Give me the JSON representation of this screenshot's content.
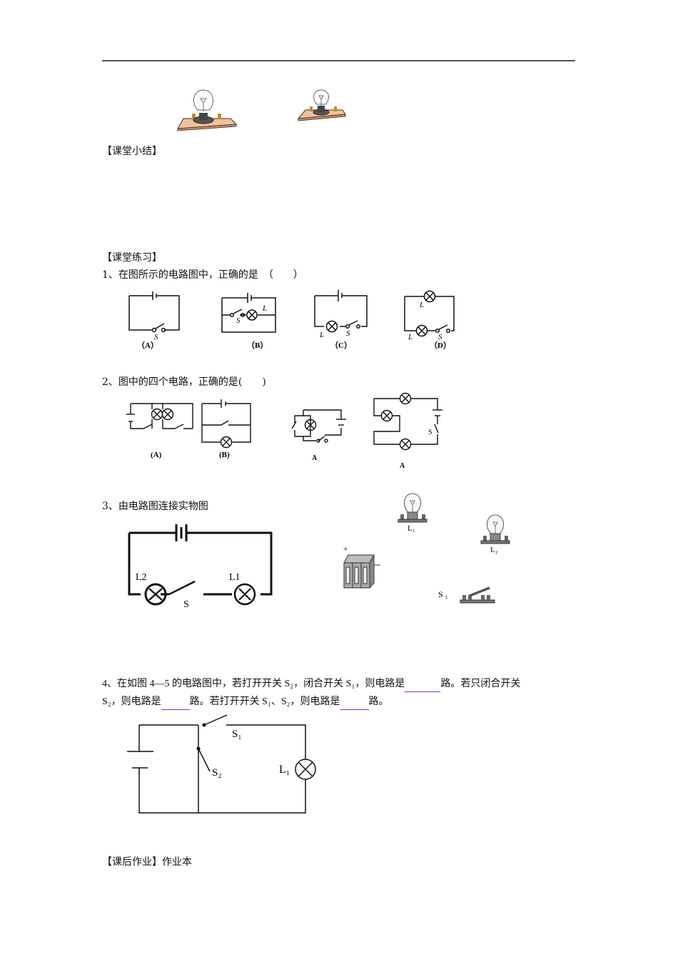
{
  "header_rule": true,
  "top_images": [
    {
      "name": "bulb-on-board-1",
      "desc": "light bulb on wooden board"
    },
    {
      "name": "bulb-on-board-2",
      "desc": "light bulb on wooden board"
    }
  ],
  "sections": {
    "summary": {
      "title": "【课堂小结】"
    },
    "practice": {
      "title": "【课堂练习】"
    },
    "homework": {
      "title": "【课后作业】",
      "text": "作业本"
    }
  },
  "q1": {
    "text": "1、在图所示的电路图中，正确的是　（　　）",
    "options": [
      {
        "label": "（A）",
        "lamp": "",
        "switch": "S"
      },
      {
        "label": "（B）",
        "lamp": "L",
        "switch": "S"
      },
      {
        "label": "（C）",
        "lamp": "L",
        "switch": "S"
      },
      {
        "label": "（D）",
        "lamp": "L",
        "switch": "S"
      }
    ]
  },
  "q2": {
    "text": "2、图中的四个电路，正确的是(　　)",
    "options": [
      {
        "label": "(A)"
      },
      {
        "label": "(B)"
      },
      {
        "label": "A"
      },
      {
        "label": "A",
        "switch": "S"
      }
    ]
  },
  "q3": {
    "text": "3、由电路图连接实物图",
    "diagram": {
      "lamp1": "L1",
      "lamp2": "L2",
      "switch": "S"
    },
    "objects": {
      "bulb1": "L₁",
      "bulb2": "L₂",
      "switch": "S ₁",
      "battery_plus": "+",
      "battery_minus": "−"
    }
  },
  "q4": {
    "line1_a": "4、在如图 4—5 的电路图中，若打开开关 S₂，闭合开关 S₁，则电路是",
    "line1_b": "路。若只闭合开关",
    "line2_a": "S₂，则电路是",
    "line2_b": "路。若打开开关 S₁、S₂，则电路是",
    "line2_c": "路。",
    "diagram": {
      "switch1": "S₁",
      "switch2": "S₂",
      "lamp": "L₁"
    }
  }
}
